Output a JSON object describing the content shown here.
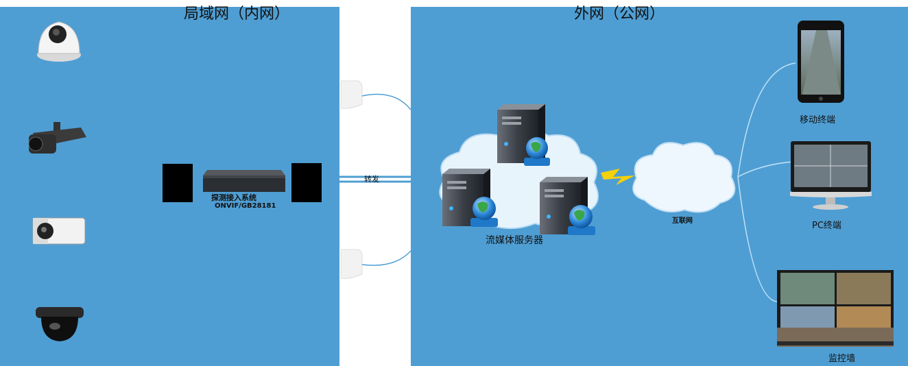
{
  "lan": {
    "title": "局域网（内网）",
    "device": {
      "line1": "探测接入系统",
      "line2": "ONVIF/GB28181"
    }
  },
  "forward_label": "转发",
  "wan": {
    "title": "外网（公网）",
    "server_label": "流媒体服务器",
    "internet_label": "互联网",
    "endpoints": {
      "mobile": "移动终端",
      "pc": "PC终端",
      "wall": "监控墙"
    }
  },
  "colors": {
    "panel": "#4f9ed3",
    "line": "#ffffff",
    "cloud": "#e8f4fc"
  }
}
